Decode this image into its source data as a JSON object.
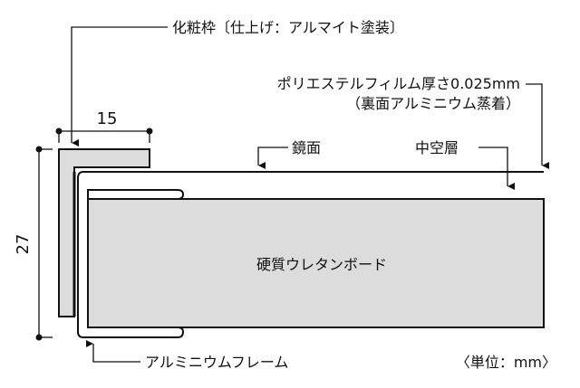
{
  "dimensions": {
    "width": "15",
    "height": "27"
  },
  "labels": {
    "decorative_frame": "化粧枠〔仕上げ：アルマイト塗装〕",
    "film_line1": "ポリエステルフィルム厚さ0.025mm",
    "film_line2": "（裏面アルミニウム蒸着）",
    "mirror_surface": "鏡面",
    "hollow_layer": "中空層",
    "board": "硬質ウレタンボード",
    "aluminum_frame": "アルミニウムフレーム",
    "unit": "〈単位：mm〉"
  },
  "colors": {
    "fill": "#dcdcdc",
    "stroke": "#111111"
  }
}
